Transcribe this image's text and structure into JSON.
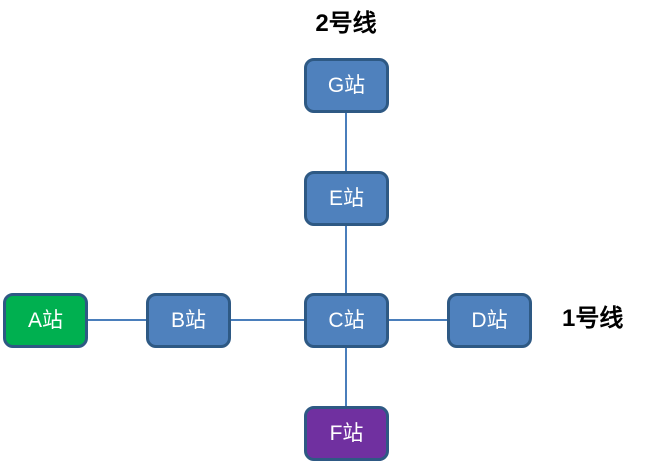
{
  "labels": {
    "line1": "1号线",
    "line2": "2号线"
  },
  "stations": {
    "A": {
      "label": "A站",
      "fill": "#00B050"
    },
    "B": {
      "label": "B站",
      "fill": "#4F81BD"
    },
    "C": {
      "label": "C站",
      "fill": "#4F81BD"
    },
    "D": {
      "label": "D站",
      "fill": "#4F81BD"
    },
    "E": {
      "label": "E站",
      "fill": "#4F81BD"
    },
    "F": {
      "label": "F站",
      "fill": "#7030A0"
    },
    "G": {
      "label": "G站",
      "fill": "#4F81BD"
    }
  },
  "lines": [
    {
      "name": "1号线",
      "stations": [
        "A站",
        "B站",
        "C站",
        "D站"
      ]
    },
    {
      "name": "2号线",
      "stations": [
        "G站",
        "E站",
        "C站",
        "F站"
      ]
    }
  ],
  "connections": [
    {
      "from": "A站",
      "to": "B站"
    },
    {
      "from": "B站",
      "to": "C站"
    },
    {
      "from": "C站",
      "to": "D站"
    },
    {
      "from": "G站",
      "to": "E站"
    },
    {
      "from": "E站",
      "to": "C站"
    },
    {
      "from": "C站",
      "to": "F站"
    }
  ],
  "colors": {
    "station_blue": "#4F81BD",
    "station_green": "#00B050",
    "station_purple": "#7030A0",
    "station_border": "#2E5984",
    "connector": "#4A7EBB",
    "station_text": "#FFFFFF",
    "label_text": "#000000"
  }
}
